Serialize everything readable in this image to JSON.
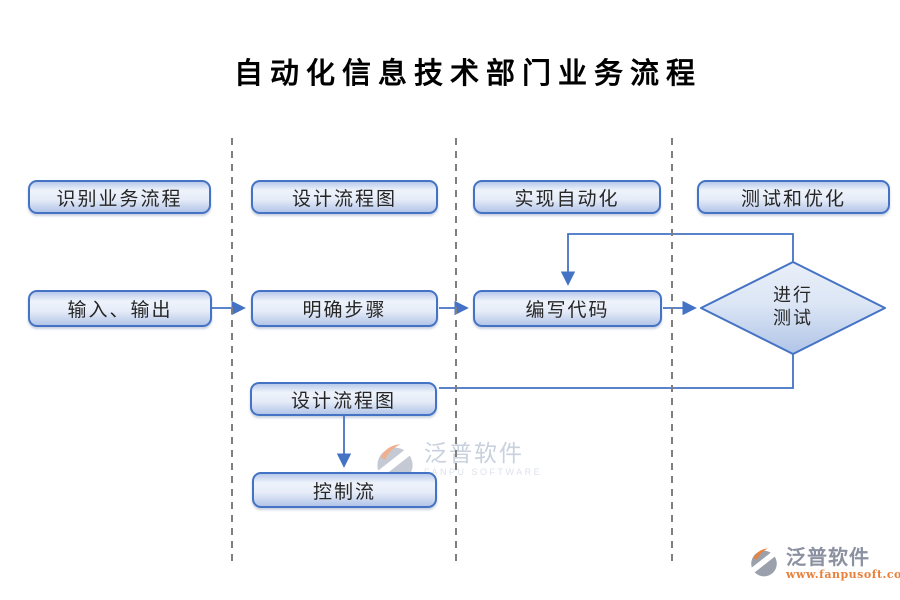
{
  "title": "自动化信息技术部门业务流程",
  "nodes": {
    "identify_process": "识别业务流程",
    "design_flowchart_top": "设计流程图",
    "implement_automation": "实现自动化",
    "test_and_optimize": "测试和优化",
    "input_output": "输入、输出",
    "clarify_steps": "明确步骤",
    "write_code": "编写代码",
    "design_flowchart_mid": "设计流程图",
    "control_flow": "控制流"
  },
  "decision": {
    "line1": "进行",
    "line2": "测试"
  },
  "watermarks": {
    "center": {
      "brand": "泛普软件",
      "subtitle": "FANPU SOFTWARE"
    },
    "corner": {
      "brand": "泛普软件",
      "subtitle": "www.fanpusoft.com"
    }
  },
  "colors": {
    "node_border": "#4472c4",
    "connector": "#4472c4",
    "lane_divider": "#7f7f7f",
    "node_text": "#262626",
    "title_text": "#000000",
    "corner_url": "#e8803c"
  }
}
